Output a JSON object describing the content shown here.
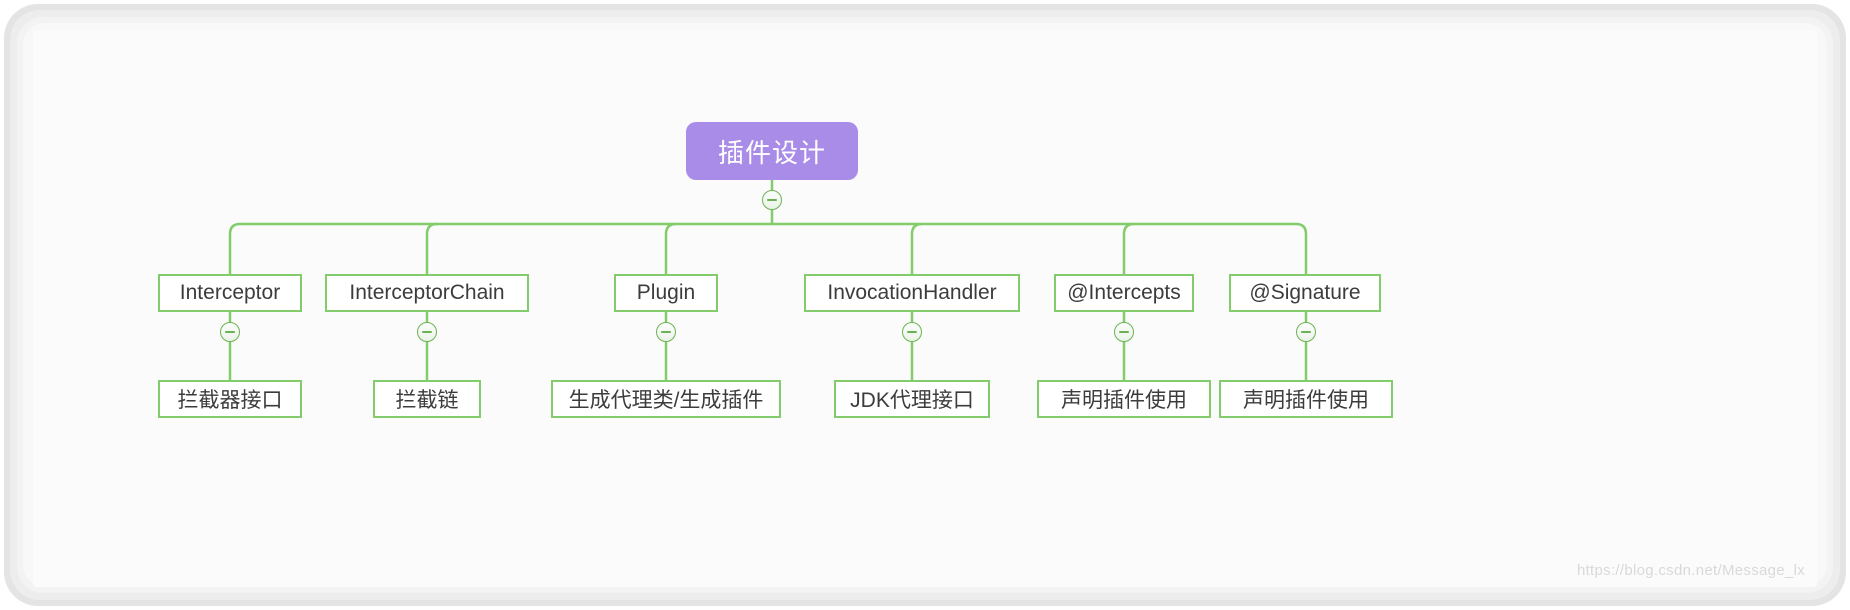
{
  "diagram": {
    "type": "mind-map",
    "root": {
      "label": "插件设计",
      "color": "#a98ce8",
      "text_color": "#ffffff",
      "toggle": "minus"
    },
    "branch_color": "#82cc6b",
    "node_text_color": "#3c3c3c",
    "children": [
      {
        "label": "Interceptor",
        "toggle": "minus",
        "child": {
          "label": "拦截器接口"
        }
      },
      {
        "label": "InterceptorChain",
        "toggle": "minus",
        "child": {
          "label": "拦截链"
        }
      },
      {
        "label": "Plugin",
        "toggle": "minus",
        "child": {
          "label": "生成代理类/生成插件"
        }
      },
      {
        "label": "InvocationHandler",
        "toggle": "minus",
        "child": {
          "label": "JDK代理接口"
        }
      },
      {
        "label": "@Intercepts",
        "toggle": "minus",
        "child": {
          "label": "声明插件使用"
        }
      },
      {
        "label": "@Signature",
        "toggle": "minus",
        "child": {
          "label": "声明插件使用"
        }
      }
    ]
  },
  "watermark": {
    "text": "https://blog.csdn.net/Message_lx"
  }
}
